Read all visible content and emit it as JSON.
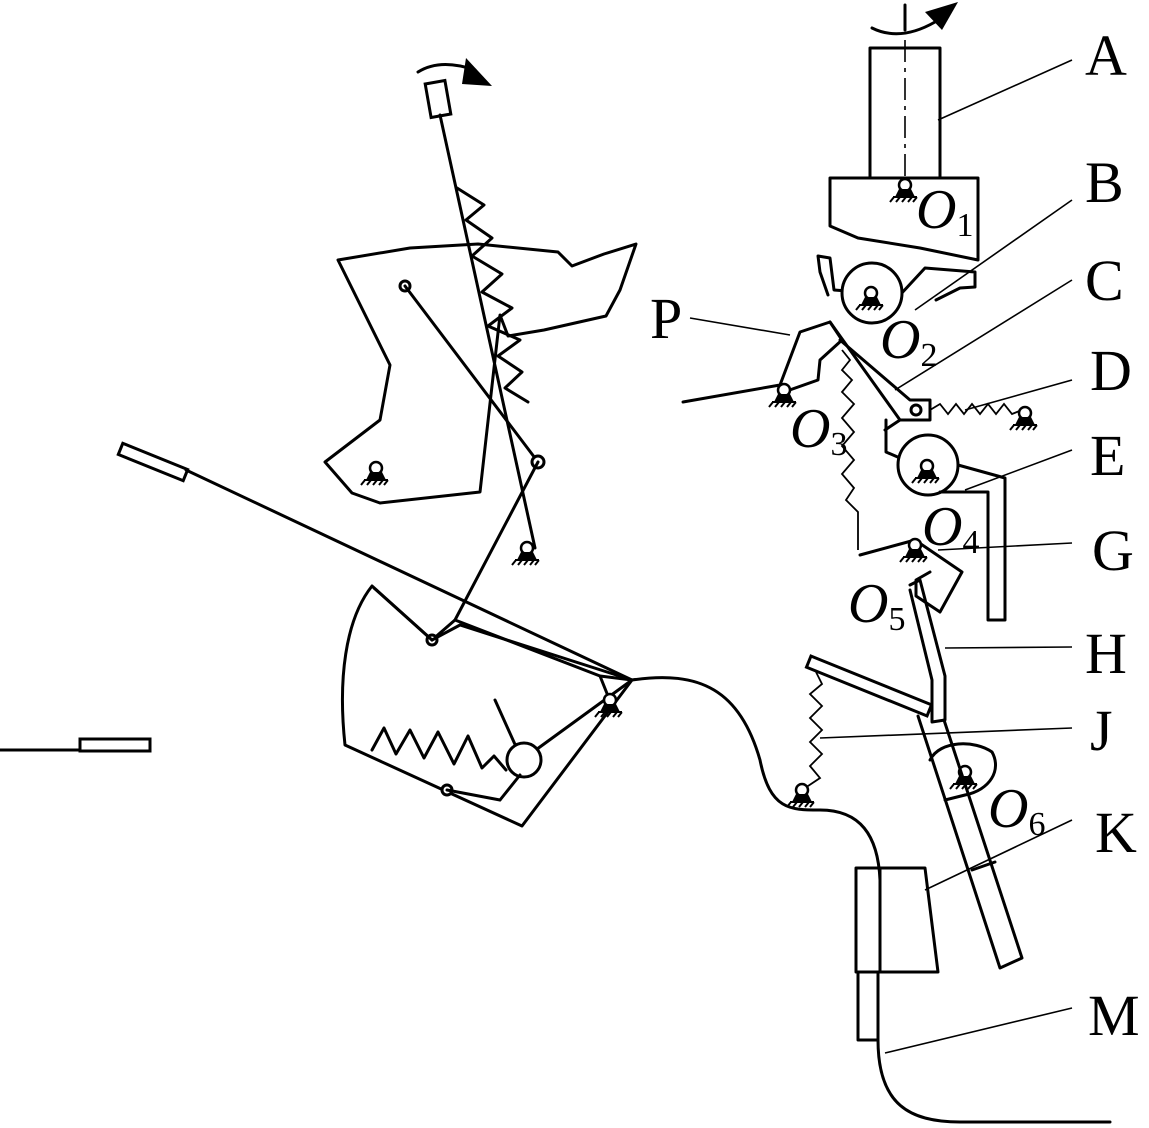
{
  "labels": {
    "A": "A",
    "B": "B",
    "C": "C",
    "D": "D",
    "E": "E",
    "G": "G",
    "H": "H",
    "J": "J",
    "K": "K",
    "M": "M",
    "P": "P"
  },
  "pivots": {
    "o1": {
      "letter": "O",
      "sub": "1"
    },
    "o2": {
      "letter": "O",
      "sub": "2"
    },
    "o3": {
      "letter": "O",
      "sub": "3"
    },
    "o4": {
      "letter": "O",
      "sub": "4"
    },
    "o5": {
      "letter": "O",
      "sub": "5"
    },
    "o6": {
      "letter": "O",
      "sub": "6"
    }
  },
  "icons": [
    "ground-pivot-icon",
    "rotation-arrow-icon",
    "spring-icon"
  ]
}
